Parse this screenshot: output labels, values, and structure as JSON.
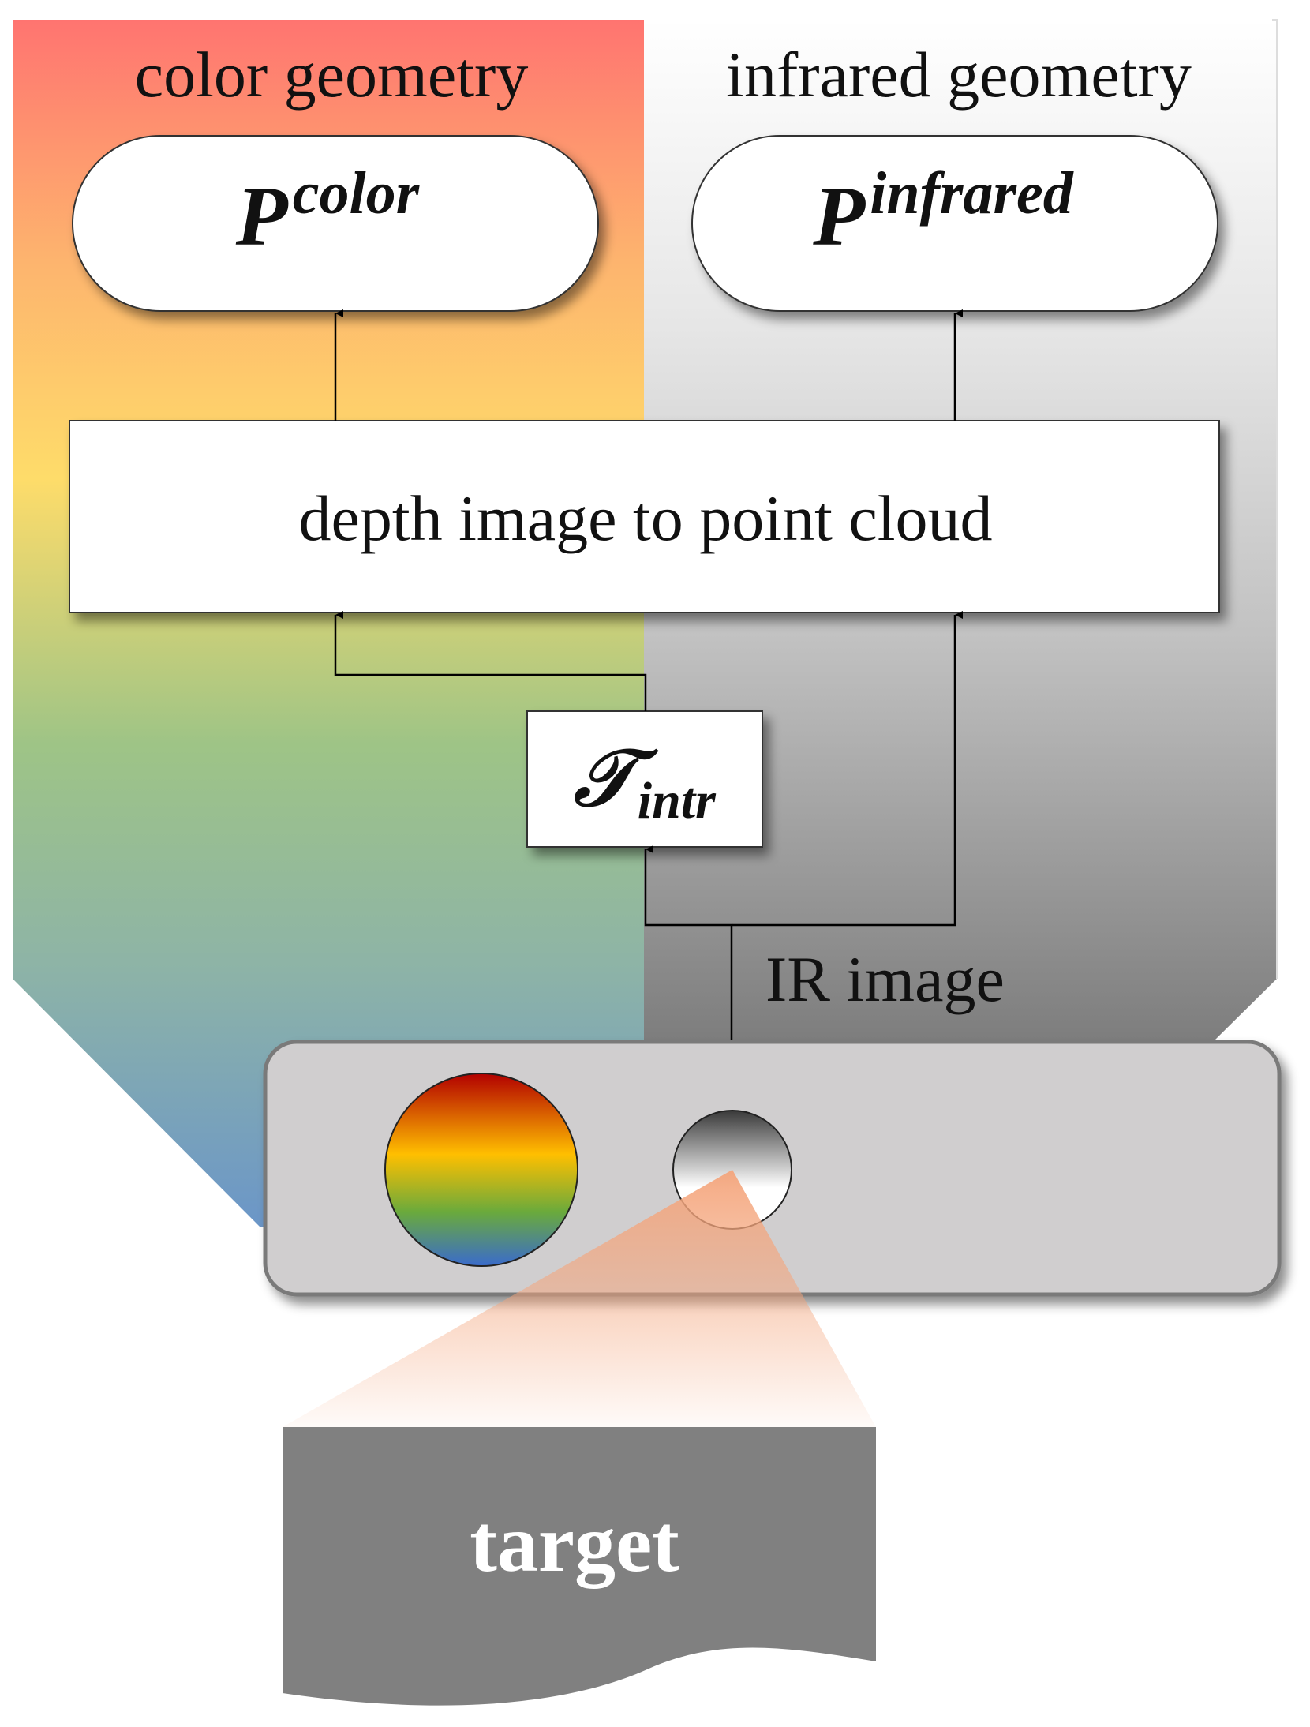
{
  "diagram": {
    "regions": {
      "color": {
        "title": "color geometry"
      },
      "infrared": {
        "title": "infrared geometry"
      }
    },
    "outputs": {
      "color": {
        "symbol": "P",
        "superscript": "color"
      },
      "infrared": {
        "symbol": "P",
        "superscript": "infrared"
      }
    },
    "process": {
      "label": "depth image to point cloud"
    },
    "transform": {
      "symbol": "𝒯",
      "subscript": "intr"
    },
    "signal": {
      "label": "IR image"
    },
    "target": {
      "label": "target"
    },
    "colors": {
      "color_gradient": [
        "#ff7470",
        "#fdb46e",
        "#fedc6a",
        "#9ec486",
        "#8eb4a6",
        "#6b96c8"
      ],
      "infrared_gradient": [
        "#ffffff",
        "#e6e6e6",
        "#c2c2c2",
        "#7d7d7d"
      ],
      "camera_body": "#d0cecf",
      "camera_border": "#7a7a7a",
      "target_fill": "#808080",
      "beam": "#f4a57c",
      "rgb_lens": [
        "#b20000",
        "#ffbf00",
        "#6aaa3c",
        "#3a6bcc"
      ],
      "ir_lens": [
        "#3a3a3a",
        "#ffffff"
      ]
    }
  }
}
